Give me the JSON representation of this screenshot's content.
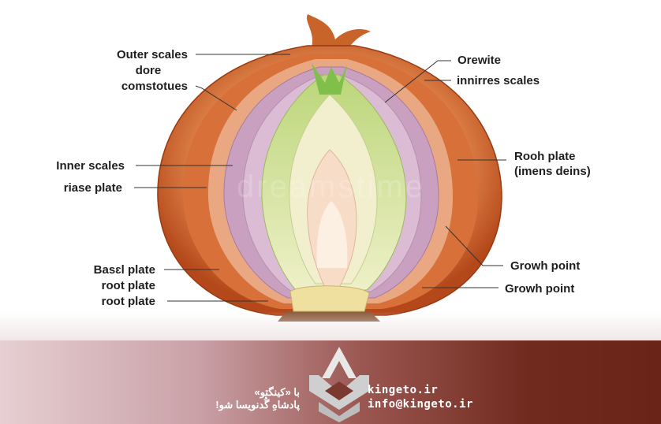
{
  "labels_left": {
    "outer_scales": "Outer scales",
    "dore": "dore",
    "comstotues": "comstotues",
    "inner_scales": "Inner scales",
    "riase_plate": "riase plate",
    "basal_plate": "Basɛl plate",
    "root_plate_1": "root plate",
    "root_plate_2": "root plate"
  },
  "labels_right": {
    "orewite": "Orewite",
    "innirres_scales": "innirres scales",
    "rooh_plate": "Rooh plate",
    "imens_deins": "(imens deins)",
    "growth_point_1": "Growh point",
    "growth_point_2": "Growh point"
  },
  "watermark": "dreamstime",
  "banner": {
    "persian_line1": "با «کینگتو»",
    "persian_line2": "پادشاهِ گُدنویسا شو!",
    "site": "kingeto.ir",
    "email": "info@kingeto.ir"
  },
  "colors": {
    "outer_skin": "#c4561e",
    "purple_scales": "#c9a0c0",
    "green_scales": "#dbe6a8",
    "banner_dark": "#6b2418"
  }
}
